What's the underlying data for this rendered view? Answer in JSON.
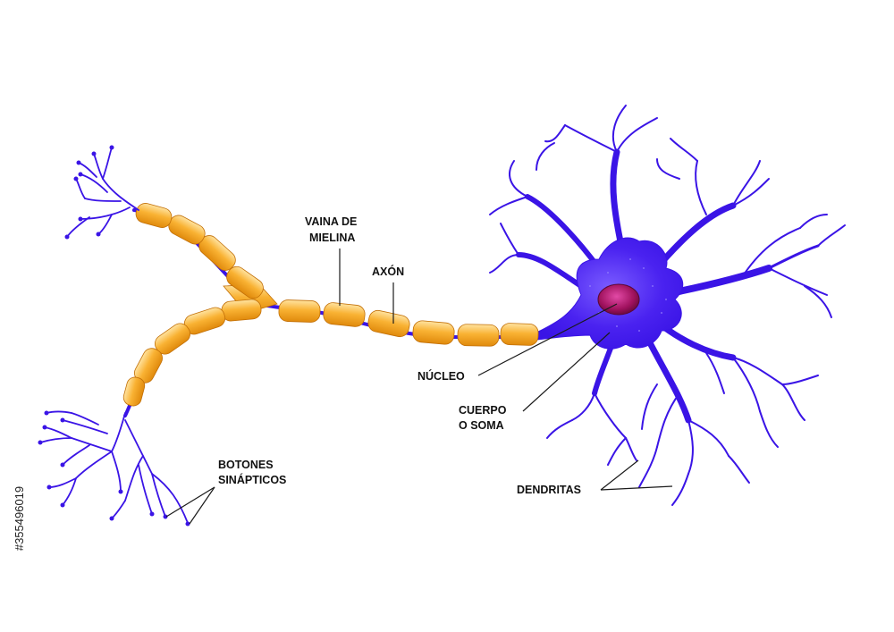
{
  "labels": {
    "vaina_line1": "VAINA DE",
    "vaina_line2": "MIELINA",
    "axon": "AXÓN",
    "nucleo": "NÚCLEO",
    "cuerpo_line1": "CUERPO",
    "cuerpo_line2": "O SOMA",
    "dendritas": "DENDRITAS",
    "botones_line1": "BOTONES",
    "botones_line2": "SINÁPTICOS"
  },
  "side_id": "#355496019",
  "colors": {
    "neuron": "#3a14e6",
    "neuron_dark": "#2a0cb0",
    "myelin": "#f7a21b",
    "myelin_light": "#ffd27a",
    "nucleus": "#b0186e",
    "background": "#ffffff"
  }
}
